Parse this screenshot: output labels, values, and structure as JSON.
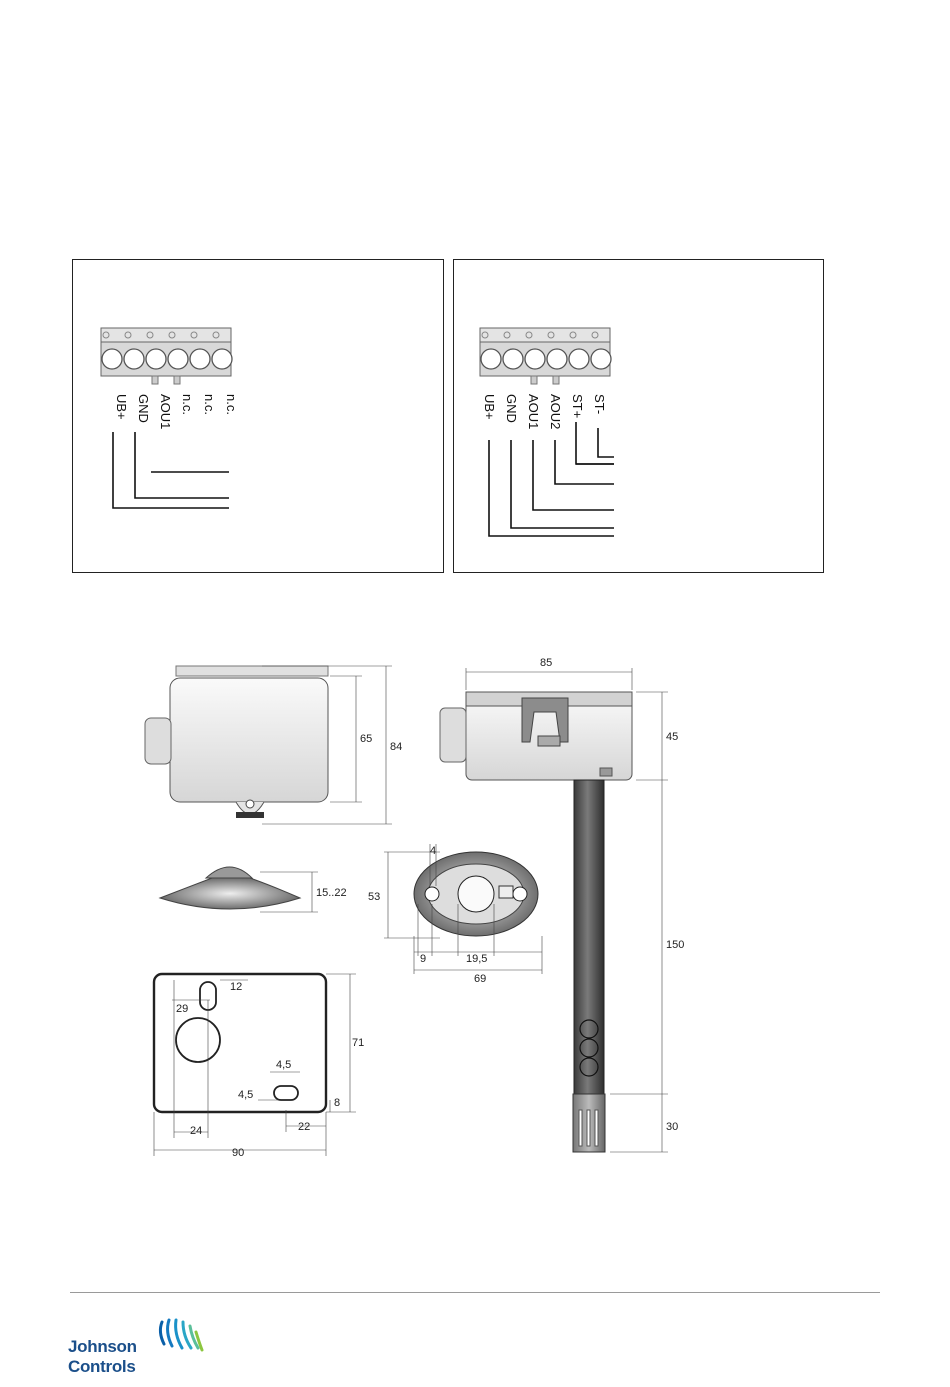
{
  "wiring": {
    "left": {
      "pins": [
        "UB+",
        "GND",
        "AOU1",
        "n.c.",
        "n.c.",
        "n.c."
      ]
    },
    "right": {
      "pins": [
        "UB+",
        "GND",
        "AOU1",
        "AOU2",
        "ST+",
        "ST-"
      ]
    }
  },
  "dimensions": {
    "top_view": {
      "height_inner": "65",
      "height_outer": "84"
    },
    "side_view": {
      "height": "15..22"
    },
    "base_view": {
      "d12": "12",
      "d29": "29",
      "d71": "71",
      "d4_5a": "4,5",
      "d4_5b": "4,5",
      "d8": "8",
      "d24": "24",
      "d22": "22",
      "d90": "90"
    },
    "flange_view": {
      "d4": "4",
      "d53": "53",
      "d9": "9",
      "d19_5": "19,5",
      "d69": "69"
    },
    "duct_sensor": {
      "d85": "85",
      "d45": "45",
      "d150": "150",
      "d30": "30"
    }
  },
  "brand": {
    "line1": "Johnson",
    "line2": "Controls",
    "color": "#1b4f8a"
  }
}
